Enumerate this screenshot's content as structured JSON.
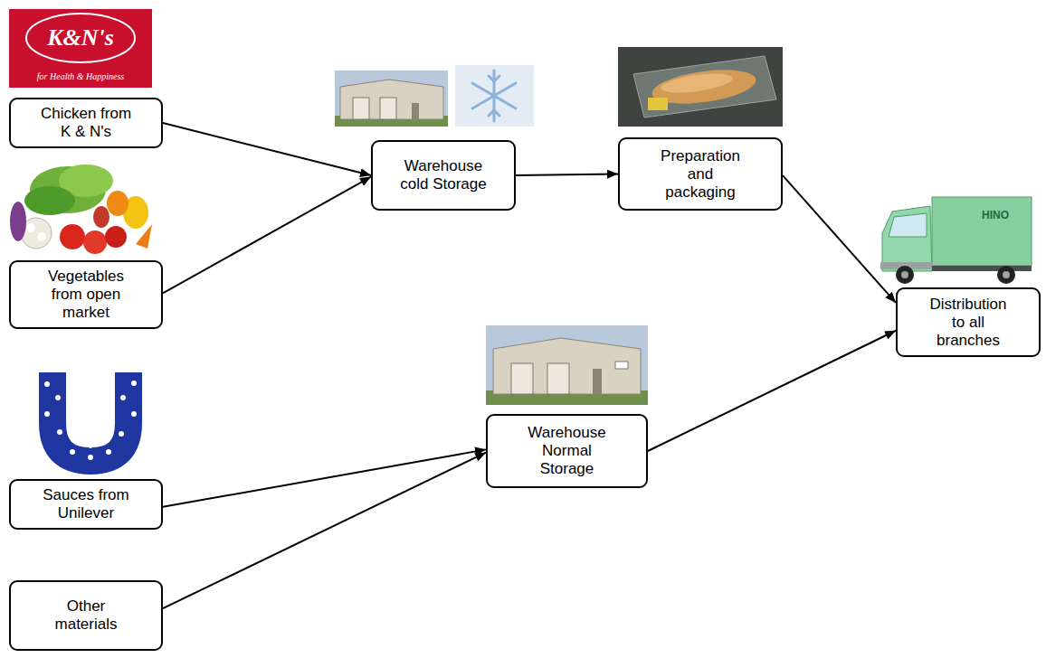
{
  "diagram": {
    "nodes": [
      {
        "text": [
          "Chicken from K & N's"
        ]
      },
      {
        "text": [
          "Vegetables from open market"
        ]
      },
      {
        "text": [
          "Warehouse cold Storage"
        ]
      },
      {
        "text": [
          "Preparation and packaging"
        ]
      },
      {
        "text": [
          "Distribution to all branches"
        ]
      },
      {
        "text": [
          "Sauces from Unilever"
        ]
      },
      {
        "text": [
          "Other materials"
        ]
      },
      {
        "text": [
          "Warehouse Normal Storage"
        ]
      }
    ],
    "edges": [
      {
        "from": 0,
        "to": 2,
        "arrow": "to"
      },
      {
        "from": 1,
        "to": 2,
        "arrow": "to"
      },
      {
        "from": 2,
        "to": 3,
        "arrow": "to"
      },
      {
        "from": 3,
        "to": 4,
        "arrow": "to"
      },
      {
        "from": 5,
        "to": 7,
        "arrow": "to"
      },
      {
        "from": 6,
        "to": 7,
        "arrow": "to"
      },
      {
        "from": 7,
        "to": 4,
        "arrow": "to"
      }
    ],
    "labels": [
      "K&N's",
      "for Health & Happiness",
      "HINO"
    ]
  }
}
